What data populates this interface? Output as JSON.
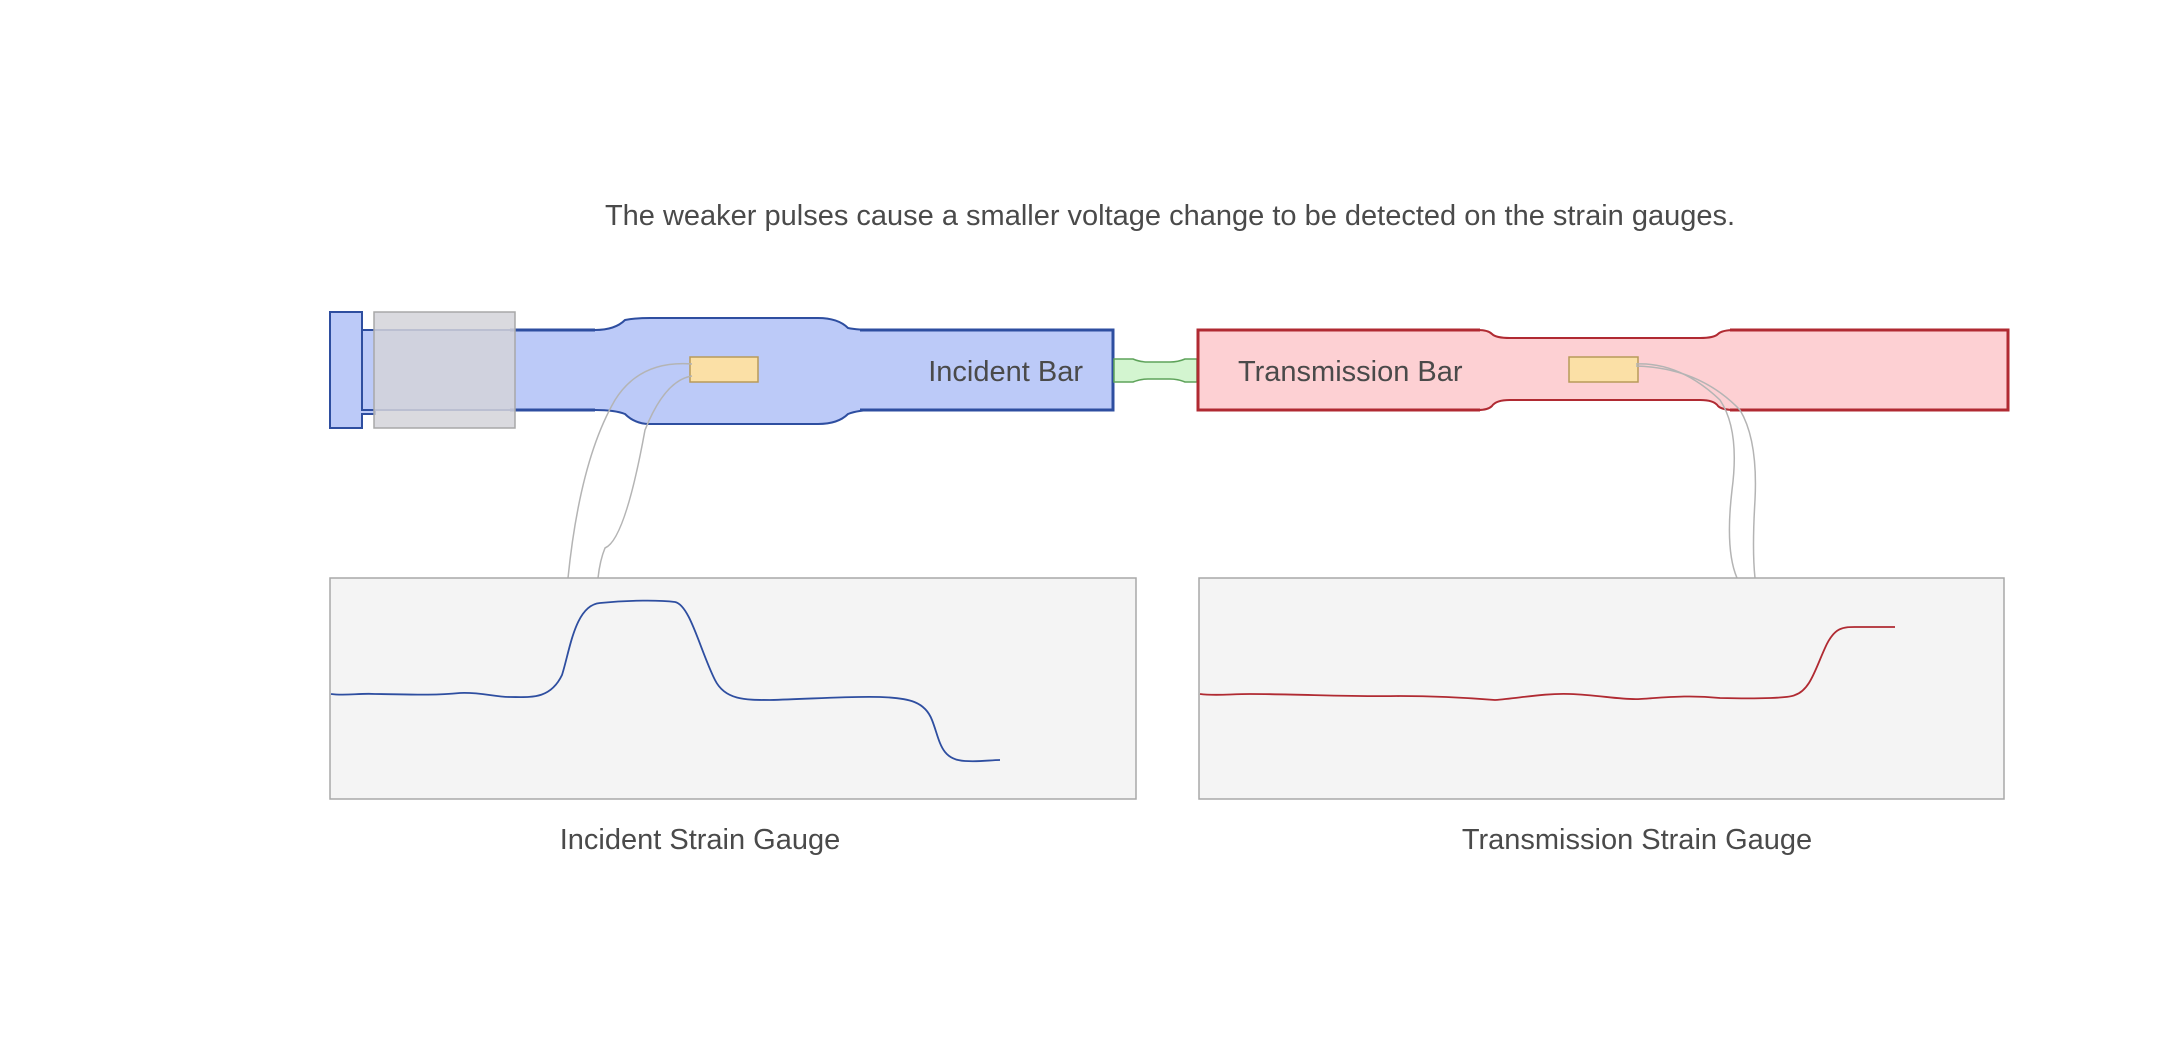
{
  "caption": "The weaker pulses cause a smaller voltage change to be detected on the strain gauges.",
  "incident_bar": {
    "label": "Incident Bar"
  },
  "transmission_bar": {
    "label": "Transmission Bar"
  },
  "incident_gauge": {
    "label": "Incident Strain Gauge"
  },
  "transmission_gauge": {
    "label": "Transmission Strain Gauge"
  },
  "colors": {
    "incident_fill": "#bccaf8",
    "incident_stroke": "#2e4ea0",
    "transmission_fill": "#fdd0d3",
    "transmission_stroke": "#b02a32",
    "specimen_fill": "#d3f5d0",
    "specimen_stroke": "#5ea35a",
    "gauge_fill": "#fbe0a6",
    "gauge_stroke": "#b89a5a",
    "striker_fill": "#d3d3d9",
    "panel_fill": "#f4f4f4",
    "panel_stroke": "#a8a8a8",
    "wire": "#b4b4b4",
    "text": "#4a4a4a"
  }
}
